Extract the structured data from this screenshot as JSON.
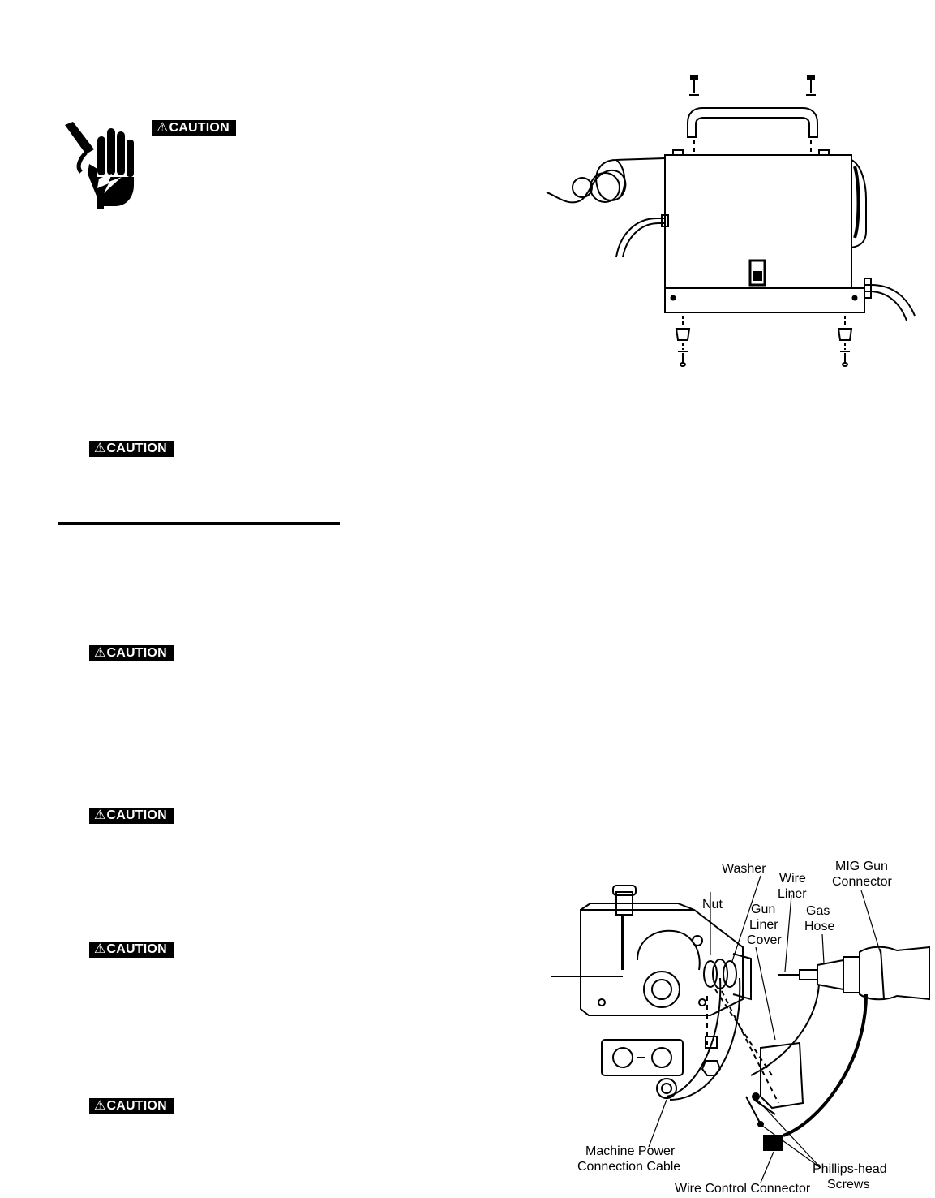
{
  "caution_badges": [
    "CAUTION",
    "CAUTION",
    "CAUTION",
    "CAUTION",
    "CAUTION",
    "CAUTION"
  ],
  "caution_symbol": "⚠",
  "figure_bottom": {
    "labels": {
      "washer": "Washer",
      "nut": "Nut",
      "wire_liner_1": "Wire",
      "wire_liner_2": "Liner",
      "gun_liner_cover_1": "Gun",
      "gun_liner_cover_2": "Liner",
      "gun_liner_cover_3": "Cover",
      "gas_hose_1": "Gas",
      "gas_hose_2": "Hose",
      "mig_gun_connector_1": "MIG Gun",
      "mig_gun_connector_2": "Connector",
      "machine_power_cable_1": "Machine Power",
      "machine_power_cable_2": "Connection Cable",
      "wire_control_connector": "Wire Control Connector",
      "phillips_screws_1": "Phillips-head",
      "phillips_screws_2": "Screws"
    }
  },
  "icons": [
    "electric-shock-hand-icon",
    "caution-triangle-icon"
  ]
}
